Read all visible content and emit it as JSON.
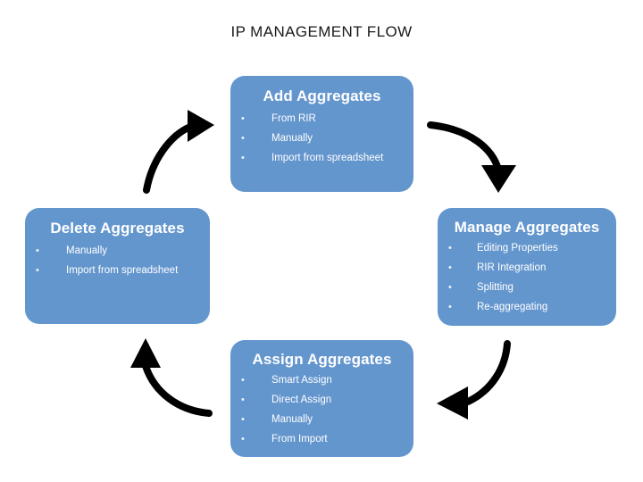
{
  "title": "IP MANAGEMENT FLOW",
  "theme": {
    "node_fill": "#6496CE",
    "node_text": "#ffffff",
    "arrow_color": "#000000",
    "background": "#ffffff",
    "title_color": "#1a1a1a"
  },
  "bullet_glyph": "•",
  "nodes": [
    {
      "id": "add-aggregates",
      "title": "Add Aggregates",
      "items": [
        "From RIR",
        "Manually",
        "Import from spreadsheet"
      ]
    },
    {
      "id": "manage-aggregates",
      "title": "Manage Aggregates",
      "items": [
        "Editing Properties",
        "RIR Integration",
        "Splitting",
        "Re-aggregating"
      ]
    },
    {
      "id": "assign-aggregates",
      "title": "Assign Aggregates",
      "items": [
        "Smart Assign",
        "Direct Assign",
        "Manually",
        "From Import"
      ]
    },
    {
      "id": "delete-aggregates",
      "title": "Delete Aggregates",
      "items": [
        "Manually",
        "Import from spreadsheet"
      ]
    }
  ],
  "arrows": [
    {
      "id": "add-to-manage",
      "from": "add-aggregates",
      "to": "manage-aggregates",
      "direction": "down-right"
    },
    {
      "id": "manage-to-assign",
      "from": "manage-aggregates",
      "to": "assign-aggregates",
      "direction": "down-left"
    },
    {
      "id": "assign-to-delete",
      "from": "assign-aggregates",
      "to": "delete-aggregates",
      "direction": "up-left"
    },
    {
      "id": "delete-to-add",
      "from": "delete-aggregates",
      "to": "add-aggregates",
      "direction": "up-right"
    }
  ]
}
